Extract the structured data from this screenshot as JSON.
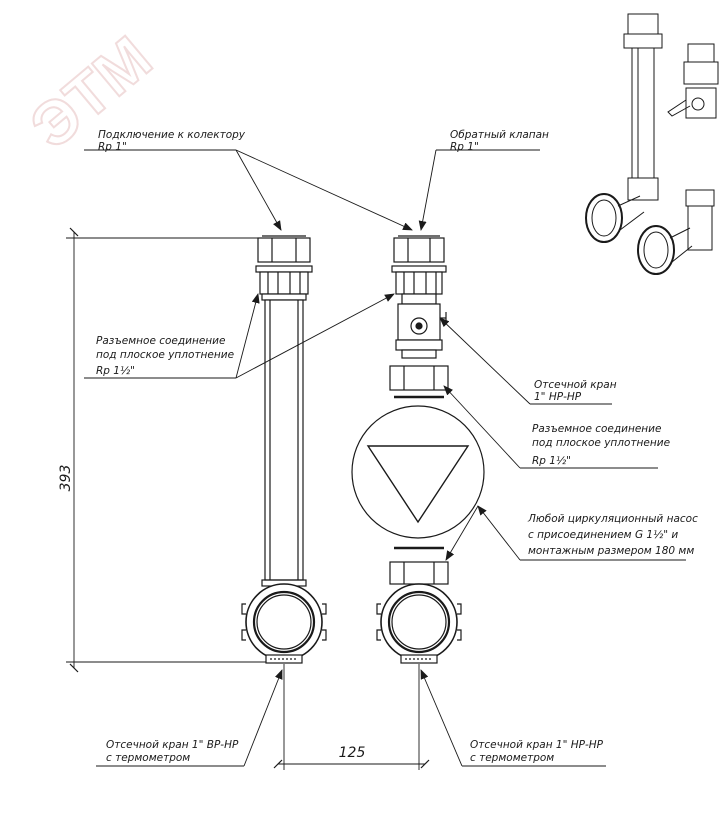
{
  "watermark": "ЭТМ",
  "dimensions": {
    "height": "393",
    "spacing": "125"
  },
  "labels": {
    "collector_title": "Подключение к колектору",
    "collector_sub": "Rp 1\"",
    "check_valve_title": "Обратный клапан",
    "check_valve_sub": "Rp 1\"",
    "flat_seal_left_1": "Разъемное соединение",
    "flat_seal_left_2": "под плоское уплотнение",
    "flat_seal_left_3": "Rp 1½\"",
    "shutoff_right_1": "Отсечной кран",
    "shutoff_right_2": "1\" НР-НР",
    "flat_seal_right_1": "Разъемное соединение",
    "flat_seal_right_2": "под плоское уплотнение",
    "flat_seal_right_3": "Rp 1½\"",
    "pump_1": "Любой циркуляционный насос",
    "pump_2": "с присоединением G 1½\" и",
    "pump_3": "монтажным размером 180 мм",
    "bottom_left_1": "Отсечной кран 1\" ВР-НР",
    "bottom_left_2": "с термометром",
    "bottom_right_1": "Отсечной кран 1\" НР-НР",
    "bottom_right_2": "с термометром"
  },
  "colors": {
    "line": "#1a1a1a",
    "watermark": "#f1dcdc"
  }
}
